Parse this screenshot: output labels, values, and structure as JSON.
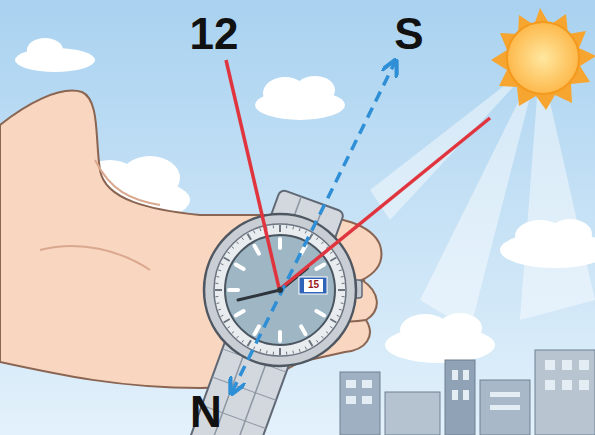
{
  "diagram": {
    "labels": [
      "12",
      "S",
      "N",
      "15"
    ]
  }
}
